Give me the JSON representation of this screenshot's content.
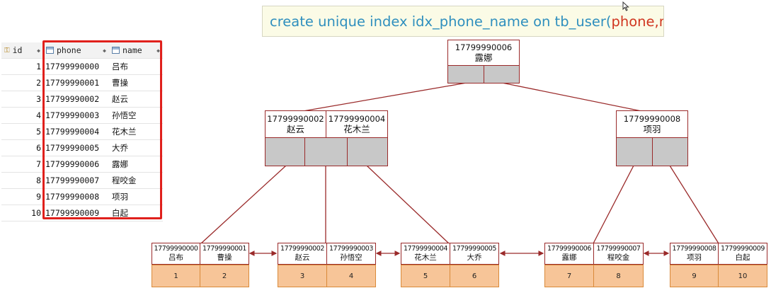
{
  "sql": {
    "prefix": "create unique index idx_phone_name on tb_user(",
    "col1": "phone",
    "sep": ", ",
    "col2": "name",
    "suffix": ");"
  },
  "table": {
    "headers": {
      "id": "id",
      "phone": "phone",
      "name": "name"
    },
    "rows": [
      {
        "id": "1",
        "phone": "17799990000",
        "name": "吕布"
      },
      {
        "id": "2",
        "phone": "17799990001",
        "name": "曹操"
      },
      {
        "id": "3",
        "phone": "17799990002",
        "name": "赵云"
      },
      {
        "id": "4",
        "phone": "17799990003",
        "name": "孙悟空"
      },
      {
        "id": "5",
        "phone": "17799990004",
        "name": "花木兰"
      },
      {
        "id": "6",
        "phone": "17799990005",
        "name": "大乔"
      },
      {
        "id": "7",
        "phone": "17799990006",
        "name": "露娜"
      },
      {
        "id": "8",
        "phone": "17799990007",
        "name": "程咬金"
      },
      {
        "id": "9",
        "phone": "17799990008",
        "name": "项羽"
      },
      {
        "id": "10",
        "phone": "17799990009",
        "name": "白起"
      }
    ]
  },
  "tree": {
    "root": {
      "keys": [
        {
          "phone": "17799990006",
          "name": "露娜"
        }
      ]
    },
    "internal_left": {
      "keys": [
        {
          "phone": "17799990002",
          "name": "赵云"
        },
        {
          "phone": "17799990004",
          "name": "花木兰"
        }
      ]
    },
    "internal_right": {
      "keys": [
        {
          "phone": "17799990008",
          "name": "项羽"
        }
      ]
    },
    "leaves": [
      {
        "keys": [
          {
            "phone": "17799990000",
            "name": "吕布",
            "row": "1"
          },
          {
            "phone": "17799990001",
            "name": "曹操",
            "row": "2"
          }
        ]
      },
      {
        "keys": [
          {
            "phone": "17799990002",
            "name": "赵云",
            "row": "3"
          },
          {
            "phone": "17799990003",
            "name": "孙悟空",
            "row": "4"
          }
        ]
      },
      {
        "keys": [
          {
            "phone": "17799990004",
            "name": "花木兰",
            "row": "5"
          },
          {
            "phone": "17799990005",
            "name": "大乔",
            "row": "6"
          }
        ]
      },
      {
        "keys": [
          {
            "phone": "17799990006",
            "name": "露娜",
            "row": "7"
          },
          {
            "phone": "17799990007",
            "name": "程咬金",
            "row": "8"
          }
        ]
      },
      {
        "keys": [
          {
            "phone": "17799990008",
            "name": "项羽",
            "row": "9"
          },
          {
            "phone": "17799990009",
            "name": "白起",
            "row": "10"
          }
        ]
      }
    ]
  },
  "colors": {
    "sql_text": "#2f8fbe",
    "sql_highlight": "#d0351f",
    "node_border": "#9a2a2a",
    "pointer_fill": "#c8c8c8",
    "row_fill": "#f7c598",
    "highlight_frame": "#e0201c"
  }
}
